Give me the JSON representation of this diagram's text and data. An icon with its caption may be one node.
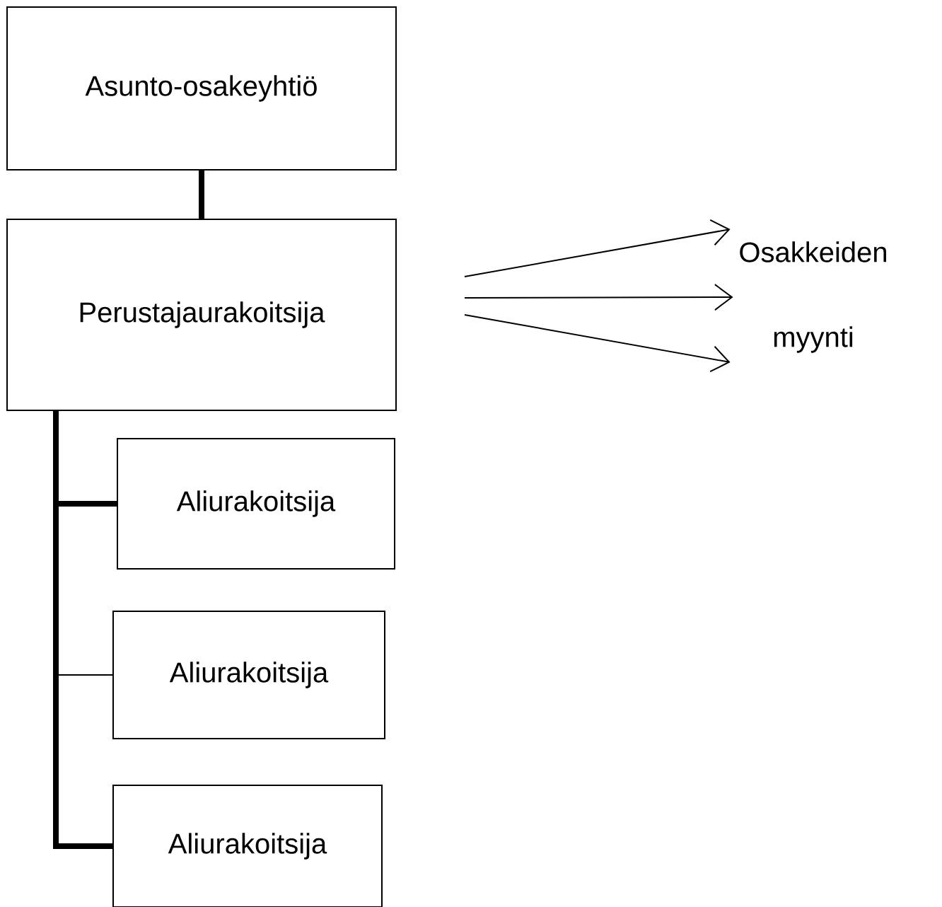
{
  "diagram": {
    "nodes": [
      {
        "text": [
          "Asunto-osakeyhtiö"
        ]
      },
      {
        "text": [
          "Perustajaurakoitsija"
        ]
      },
      {
        "text": [
          "Aliurakoitsija"
        ]
      },
      {
        "text": [
          "Aliurakoitsija"
        ]
      },
      {
        "text": [
          "Aliurakoitsija"
        ]
      },
      {
        "text": [
          "Osakkeiden myynti"
        ]
      }
    ],
    "edges": [
      {
        "from": 0,
        "to": 1,
        "arrow": "none",
        "style": "thick"
      },
      {
        "from": 1,
        "to": 2,
        "arrow": "none",
        "style": "thick"
      },
      {
        "from": 1,
        "to": 3,
        "arrow": "none"
      },
      {
        "from": 1,
        "to": 4,
        "arrow": "none",
        "style": "thick"
      },
      {
        "from": 1,
        "to": 5,
        "arrow": "to"
      },
      {
        "from": 1,
        "to": 5,
        "arrow": "to"
      },
      {
        "from": 1,
        "to": 5,
        "arrow": "to"
      }
    ]
  }
}
